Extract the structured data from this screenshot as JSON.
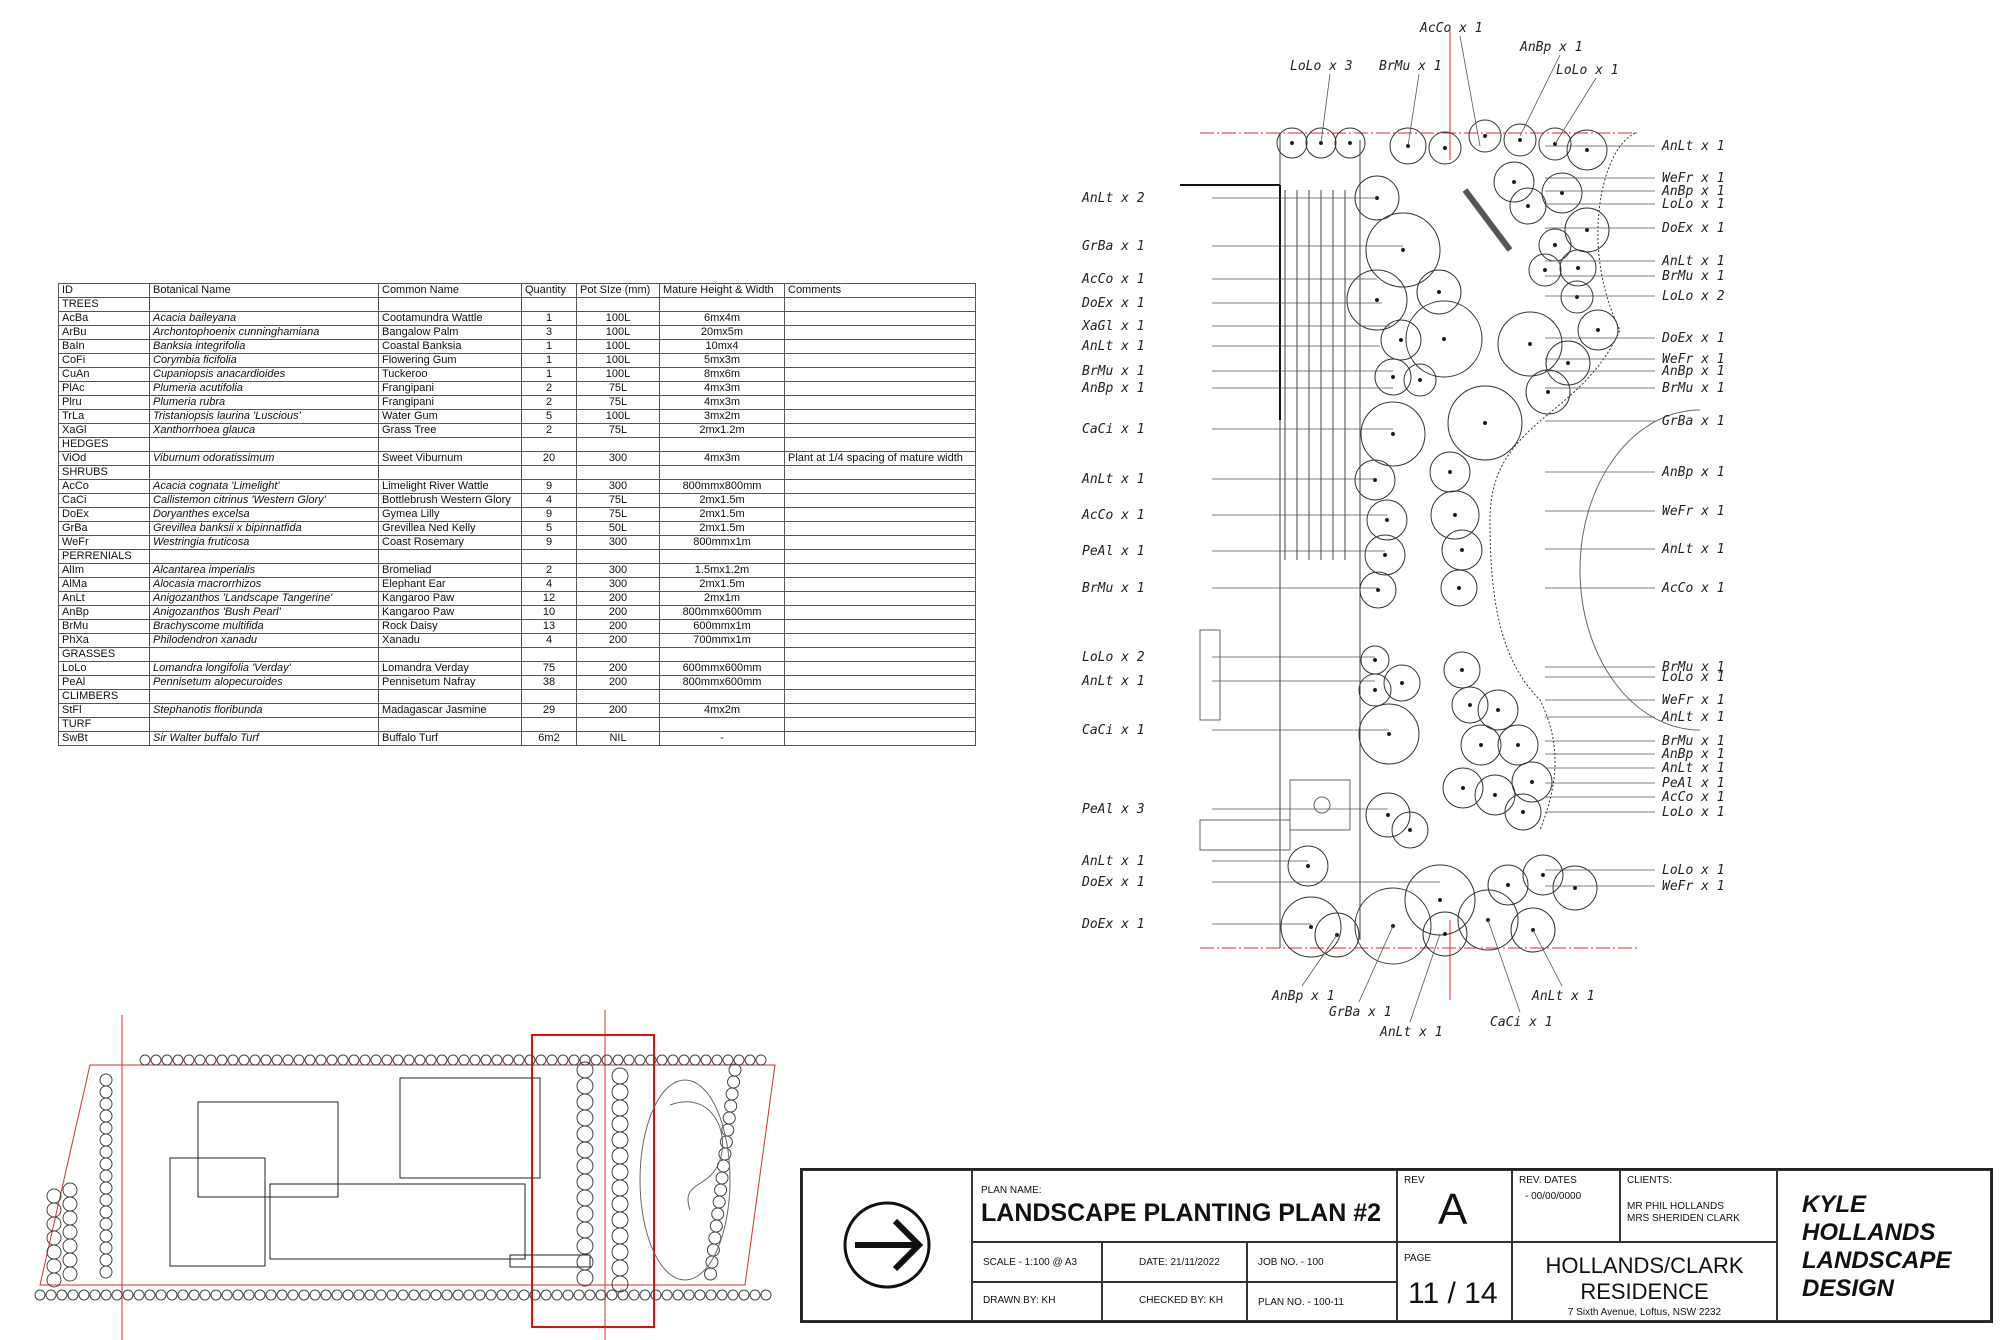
{
  "schedule": {
    "headers": [
      "ID",
      "Botanical Name",
      "Common Name",
      "Quantity",
      "Pot SIze (mm)",
      "Mature Height & Width",
      "Comments"
    ],
    "sections": [
      {
        "name": "TREES",
        "rows": [
          [
            "AcBa",
            "Acacia baileyana",
            "Cootamundra Wattle",
            "1",
            "100L",
            "6mx4m",
            ""
          ],
          [
            "ArBu",
            "Archontophoenix cunninghamiana",
            "Bangalow Palm",
            "3",
            "100L",
            "20mx5m",
            ""
          ],
          [
            "BaIn",
            "Banksia integrifolia",
            "Coastal Banksia",
            "1",
            "100L",
            "10mx4",
            ""
          ],
          [
            "CoFi",
            "Corymbia ficifolia",
            "Flowering Gum",
            "1",
            "100L",
            "5mx3m",
            ""
          ],
          [
            "CuAn",
            "Cupaniopsis anacardioides",
            "Tuckeroo",
            "1",
            "100L",
            "8mx6m",
            ""
          ],
          [
            "PlAc",
            "Plumeria acutifolia",
            "Frangipani",
            "2",
            "75L",
            "4mx3m",
            ""
          ],
          [
            "Plru",
            "Plumeria rubra",
            "Frangipani",
            "2",
            "75L",
            "4mx3m",
            ""
          ],
          [
            "TrLa",
            "Tristaniopsis laurina 'Luscious'",
            "Water Gum",
            "5",
            "100L",
            "3mx2m",
            ""
          ],
          [
            "XaGl",
            "Xanthorrhoea glauca",
            "Grass Tree",
            "2",
            "75L",
            "2mx1.2m",
            ""
          ]
        ]
      },
      {
        "name": "HEDGES",
        "rows": [
          [
            "ViOd",
            "Viburnum odoratissimum",
            "Sweet Viburnum",
            "20",
            "300",
            "4mx3m",
            "Plant at 1/4 spacing of mature width"
          ]
        ]
      },
      {
        "name": "SHRUBS",
        "rows": [
          [
            "AcCo",
            "Acacia cognata 'Limelight'",
            "Limelight River Wattle",
            "9",
            "300",
            "800mmx800mm",
            ""
          ],
          [
            "CaCi",
            "Callistemon citrinus 'Western Glory'",
            "Bottlebrush Western Glory",
            "4",
            "75L",
            "2mx1.5m",
            ""
          ],
          [
            "DoEx",
            "Doryanthes excelsa",
            "Gymea Lilly",
            "9",
            "75L",
            "2mx1.5m",
            ""
          ],
          [
            "GrBa",
            "Grevillea banksii x bipinnatfida",
            "Grevillea Ned Kelly",
            "5",
            "50L",
            "2mx1.5m",
            ""
          ],
          [
            "WeFr",
            "Westringia fruticosa",
            "Coast Rosemary",
            "9",
            "300",
            "800mmx1m",
            ""
          ]
        ]
      },
      {
        "name": "PERRENIALS",
        "rows": [
          [
            "AlIm",
            "Alcantarea imperialis",
            "Bromeliad",
            "2",
            "300",
            "1.5mx1.2m",
            ""
          ],
          [
            "AlMa",
            "Alocasia macrorrhizos",
            "Elephant Ear",
            "4",
            "300",
            "2mx1.5m",
            ""
          ],
          [
            "AnLt",
            "Anigozanthos 'Landscape Tangerine'",
            "Kangaroo Paw",
            "12",
            "200",
            "2mx1m",
            ""
          ],
          [
            "AnBp",
            "Anigozanthos 'Bush Pearl'",
            "Kangaroo Paw",
            "10",
            "200",
            "800mmx600mm",
            ""
          ],
          [
            "BrMu",
            "Brachyscome multifida",
            "Rock Daisy",
            "13",
            "200",
            "600mmx1m",
            ""
          ],
          [
            "PhXa",
            "Philodendron xanadu",
            "Xanadu",
            "4",
            "200",
            "700mmx1m",
            ""
          ]
        ]
      },
      {
        "name": "GRASSES",
        "rows": [
          [
            "LoLo",
            "Lomandra longifolia 'Verday'",
            "Lomandra Verday",
            "75",
            "200",
            "600mmx600mm",
            ""
          ],
          [
            "PeAl",
            "Pennisetum alopecuroides",
            "Pennisetum Nafray",
            "38",
            "200",
            "800mmx600mm",
            ""
          ]
        ]
      },
      {
        "name": "CLIMBERS",
        "rows": [
          [
            "StFl",
            "Stephanotis floribunda",
            "Madagascar Jasmine",
            "29",
            "200",
            "4mx2m",
            ""
          ]
        ]
      },
      {
        "name": "TURF",
        "rows": [
          [
            "SwBt",
            "Sir Walter buffalo Turf",
            "Buffalo Turf",
            "6m2",
            "NIL",
            "-",
            ""
          ]
        ]
      }
    ]
  },
  "plan_labels": {
    "top": [
      "AcCo x 1",
      "AnBp x 1",
      "LoLo x 3",
      "BrMu x 1",
      "LoLo x 1"
    ],
    "left": [
      "AnLt x 2",
      "GrBa x 1",
      "AcCo x 1",
      "DoEx x 1",
      "XaGl x 1",
      "AnLt x 1",
      "BrMu x 1",
      "AnBp x 1",
      "CaCi x 1",
      "AnLt x 1",
      "AcCo x 1",
      "PeAl x 1",
      "BrMu x 1",
      "LoLo x 2",
      "AnLt x 1",
      "CaCi x 1",
      "PeAl x 3",
      "AnLt x 1",
      "DoEx x 1",
      "DoEx x 1"
    ],
    "right": [
      "AnLt x 1",
      "WeFr x 1",
      "AnBp x 1",
      "LoLo x 1",
      "DoEx x 1",
      "AnLt x 1",
      "BrMu x 1",
      "LoLo x 2",
      "DoEx x 1",
      "WeFr x 1",
      "AnBp x 1",
      "BrMu x 1",
      "GrBa x 1",
      "AnBp x 1",
      "WeFr x 1",
      "AnLt x 1",
      "AcCo x 1",
      "BrMu x 1",
      "LoLo x 1",
      "WeFr x 1",
      "AnLt x 1",
      "BrMu x 1",
      "AnBp x 1",
      "AnLt x 1",
      "PeAl x 1",
      "AcCo x 1",
      "LoLo x 1",
      "LoLo x 1",
      "WeFr x 1"
    ],
    "bottom": [
      "AnBp x 1",
      "GrBa x 1",
      "AnLt x 1",
      "CaCi x 1",
      "AnLt x 1"
    ]
  },
  "title_block": {
    "plan_name_label": "PLAN NAME:",
    "plan_name": "LANDSCAPE PLANTING PLAN #2",
    "rev_label": "REV",
    "rev": "A",
    "rev_dates_label": "REV. DATES",
    "rev_dates": "- 00/00/0000",
    "clients_label": "CLIENTS:",
    "client_1": "MR PHIL HOLLANDS",
    "client_2": "MRS SHERIDEN CLARK",
    "company_1": "KYLE",
    "company_2": "HOLLANDS",
    "company_3": "LANDSCAPE",
    "company_4": "DESIGN",
    "scale": "SCALE - 1:100 @ A3",
    "date": "DATE: 21/11/2022",
    "job_no": "JOB NO. - 100",
    "drawn_by": "DRAWN BY: KH",
    "checked_by": "CHECKED BY: KH",
    "plan_no": "PLAN NO. - 100-11",
    "page_label": "PAGE",
    "page": "11 / 14",
    "residence_1": "HOLLANDS/CLARK",
    "residence_2": "RESIDENCE",
    "address": "7 Sixth Avenue, Loftus, NSW 2232"
  }
}
